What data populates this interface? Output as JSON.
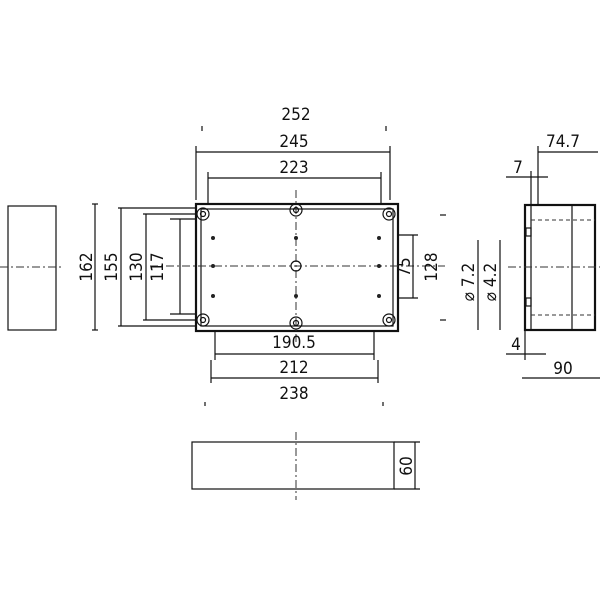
{
  "front_view": {
    "width_overall": "252",
    "width_body": "245",
    "width_lid_inner": "223",
    "width_mount_1": "190.5",
    "width_mount_2": "212",
    "width_mount_3": "238"
  },
  "left_view": {
    "height_overall": "162",
    "height_body": "155",
    "height_inner_1": "130",
    "height_inner_2": "117"
  },
  "right_dims": {
    "height_inner_3": "75",
    "height_inner_4": "128",
    "hole_dia_1": "⌀ 7.2",
    "hole_dia_2": "⌀ 4.2"
  },
  "side_view": {
    "depth_total": "74.7",
    "lid_offset": "7",
    "base_offset": "4",
    "depth_ref": "90"
  },
  "bottom_view": {
    "height": "60"
  }
}
